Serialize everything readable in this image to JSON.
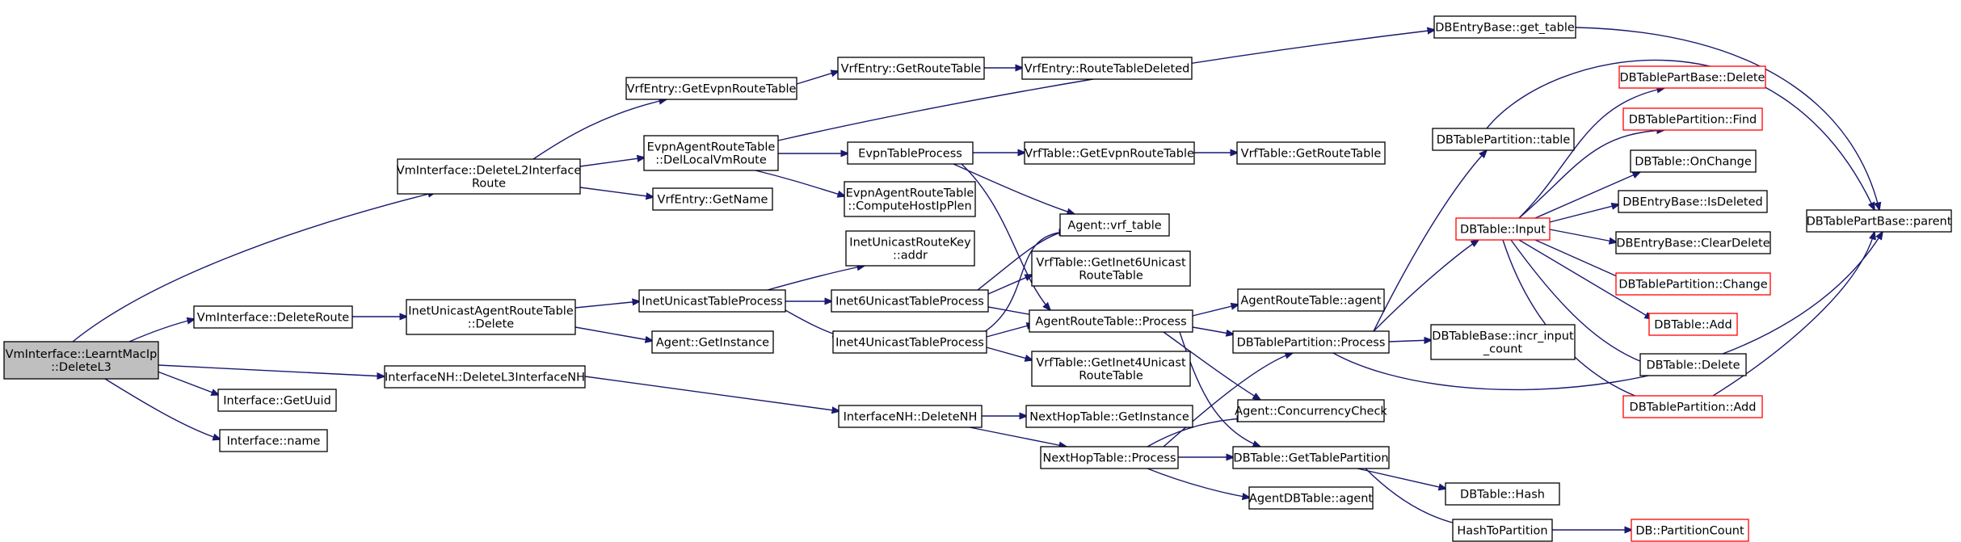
{
  "colors": {
    "edge": "#191970",
    "node_border": "#000000",
    "truncated_border": "#ff0000",
    "root_fill": "#bfbfbf",
    "node_fill": "#ffffff"
  },
  "nodes": [
    {
      "id": "n0",
      "lines": [
        "VmInterface::LearntMacIp",
        "::DeleteL3"
      ],
      "root": true
    },
    {
      "id": "n1",
      "lines": [
        "VmInterface::DeleteL2Interface",
        "Route"
      ]
    },
    {
      "id": "n2",
      "lines": [
        "VmInterface::DeleteRoute"
      ]
    },
    {
      "id": "n3",
      "lines": [
        "InterfaceNH::DeleteL3InterfaceNH"
      ]
    },
    {
      "id": "n4",
      "lines": [
        "Interface::GetUuid"
      ]
    },
    {
      "id": "n5",
      "lines": [
        "Interface::name"
      ]
    },
    {
      "id": "n6",
      "lines": [
        "VrfEntry::GetEvpnRouteTable"
      ]
    },
    {
      "id": "n7",
      "lines": [
        "EvpnAgentRouteTable",
        "::DelLocalVmRoute"
      ]
    },
    {
      "id": "n8",
      "lines": [
        "VrfEntry::GetName"
      ]
    },
    {
      "id": "n9",
      "lines": [
        "InetUnicastAgentRouteTable",
        "::Delete"
      ]
    },
    {
      "id": "n10",
      "lines": [
        "VrfEntry::GetRouteTable"
      ]
    },
    {
      "id": "n11",
      "lines": [
        "VrfEntry::RouteTableDeleted"
      ]
    },
    {
      "id": "n12",
      "lines": [
        "DBEntryBase::get_table"
      ]
    },
    {
      "id": "n13",
      "lines": [
        "EvpnTableProcess"
      ]
    },
    {
      "id": "n14",
      "lines": [
        "EvpnAgentRouteTable",
        "::ComputeHostIpPlen"
      ]
    },
    {
      "id": "n15",
      "lines": [
        "VrfTable::GetEvpnRouteTable"
      ]
    },
    {
      "id": "n16",
      "lines": [
        "VrfTable::GetRouteTable"
      ]
    },
    {
      "id": "n17",
      "lines": [
        "Agent::vrf_table"
      ]
    },
    {
      "id": "n18",
      "lines": [
        "InetUnicastRouteKey",
        "::addr"
      ]
    },
    {
      "id": "n19",
      "lines": [
        "InetUnicastTableProcess"
      ]
    },
    {
      "id": "n20",
      "lines": [
        "Agent::GetInstance"
      ]
    },
    {
      "id": "n21",
      "lines": [
        "Inet6UnicastTableProcess"
      ]
    },
    {
      "id": "n22",
      "lines": [
        "Inet4UnicastTableProcess"
      ]
    },
    {
      "id": "n23",
      "lines": [
        "VrfTable::GetInet6Unicast",
        "RouteTable"
      ]
    },
    {
      "id": "n24",
      "lines": [
        "AgentRouteTable::Process"
      ]
    },
    {
      "id": "n25",
      "lines": [
        "VrfTable::GetInet4Unicast",
        "RouteTable"
      ]
    },
    {
      "id": "n26",
      "lines": [
        "AgentRouteTable::agent"
      ]
    },
    {
      "id": "n27",
      "lines": [
        "DBTablePartition::Process"
      ]
    },
    {
      "id": "n28",
      "lines": [
        "Agent::ConcurrencyCheck"
      ]
    },
    {
      "id": "n29",
      "lines": [
        "InterfaceNH::DeleteNH"
      ]
    },
    {
      "id": "n30",
      "lines": [
        "NextHopTable::GetInstance"
      ]
    },
    {
      "id": "n31",
      "lines": [
        "NextHopTable::Process"
      ]
    },
    {
      "id": "n32",
      "lines": [
        "DBTable::GetTablePartition"
      ]
    },
    {
      "id": "n33",
      "lines": [
        "AgentDBTable::agent"
      ]
    },
    {
      "id": "n34",
      "lines": [
        "DBTablePartition::table"
      ]
    },
    {
      "id": "n35",
      "lines": [
        "DBTable::Input"
      ],
      "truncated": true
    },
    {
      "id": "n36",
      "lines": [
        "DBTableBase::incr_input",
        "_count"
      ]
    },
    {
      "id": "n37",
      "lines": [
        "DBTable::Hash"
      ]
    },
    {
      "id": "n38",
      "lines": [
        "HashToPartition"
      ]
    },
    {
      "id": "n39",
      "lines": [
        "DB::PartitionCount"
      ],
      "truncated": true
    },
    {
      "id": "n40",
      "lines": [
        "DBTablePartBase::Delete"
      ],
      "truncated": true
    },
    {
      "id": "n41",
      "lines": [
        "DBTablePartition::Find"
      ],
      "truncated": true
    },
    {
      "id": "n42",
      "lines": [
        "DBTable::OnChange"
      ]
    },
    {
      "id": "n43",
      "lines": [
        "DBEntryBase::IsDeleted"
      ]
    },
    {
      "id": "n44",
      "lines": [
        "DBEntryBase::ClearDelete"
      ]
    },
    {
      "id": "n45",
      "lines": [
        "DBTablePartition::Change"
      ],
      "truncated": true
    },
    {
      "id": "n46",
      "lines": [
        "DBTable::Add"
      ],
      "truncated": true
    },
    {
      "id": "n47",
      "lines": [
        "DBTable::Delete"
      ]
    },
    {
      "id": "n48",
      "lines": [
        "DBTablePartition::Add"
      ],
      "truncated": true
    },
    {
      "id": "n49",
      "lines": [
        "DBTablePartBase::parent"
      ]
    }
  ]
}
